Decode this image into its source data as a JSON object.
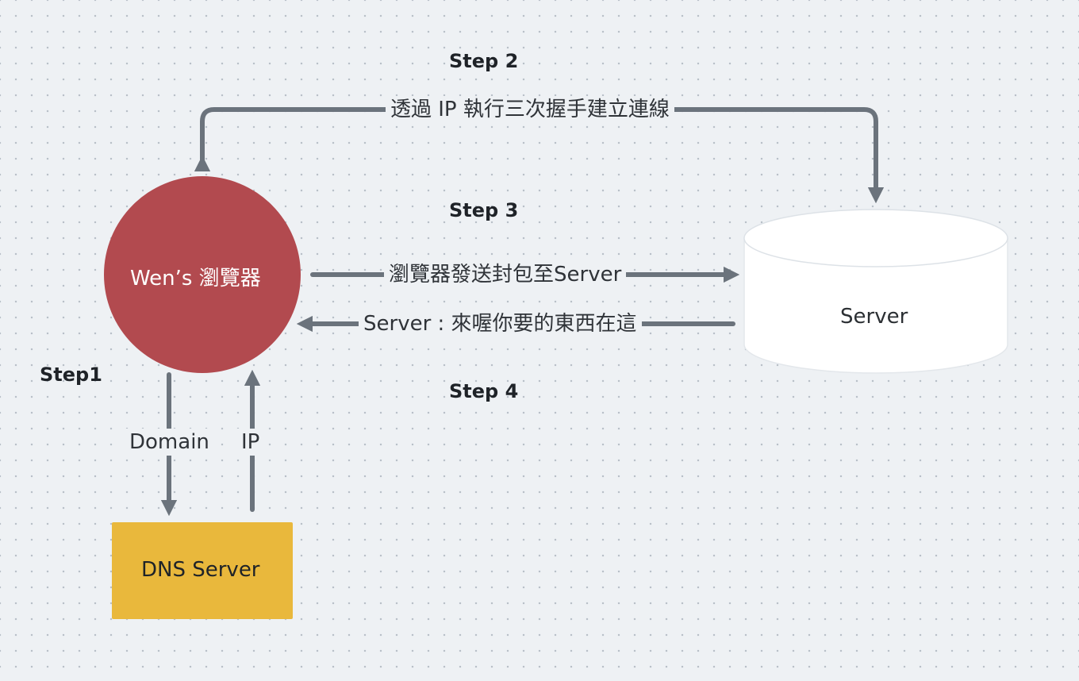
{
  "steps": {
    "step1": "Step1",
    "step2": "Step 2",
    "step3": "Step 3",
    "step4": "Step 4"
  },
  "nodes": {
    "browser": {
      "label": "Wen’s 瀏覽器",
      "color": "#b24a4f"
    },
    "dns": {
      "label": "DNS Server",
      "color": "#e9b83c"
    },
    "server": {
      "label": "Server",
      "color": "#ffffff"
    }
  },
  "edges": {
    "handshake": "透過 IP 執行三次握手建立連線",
    "send_packet": "瀏覽器發送封包至Server",
    "response": "Server : 來喔你要的東西在這",
    "domain": "Domain",
    "ip": "IP"
  },
  "colors": {
    "arrow": "#6b737c",
    "background": "#eef1f4"
  }
}
